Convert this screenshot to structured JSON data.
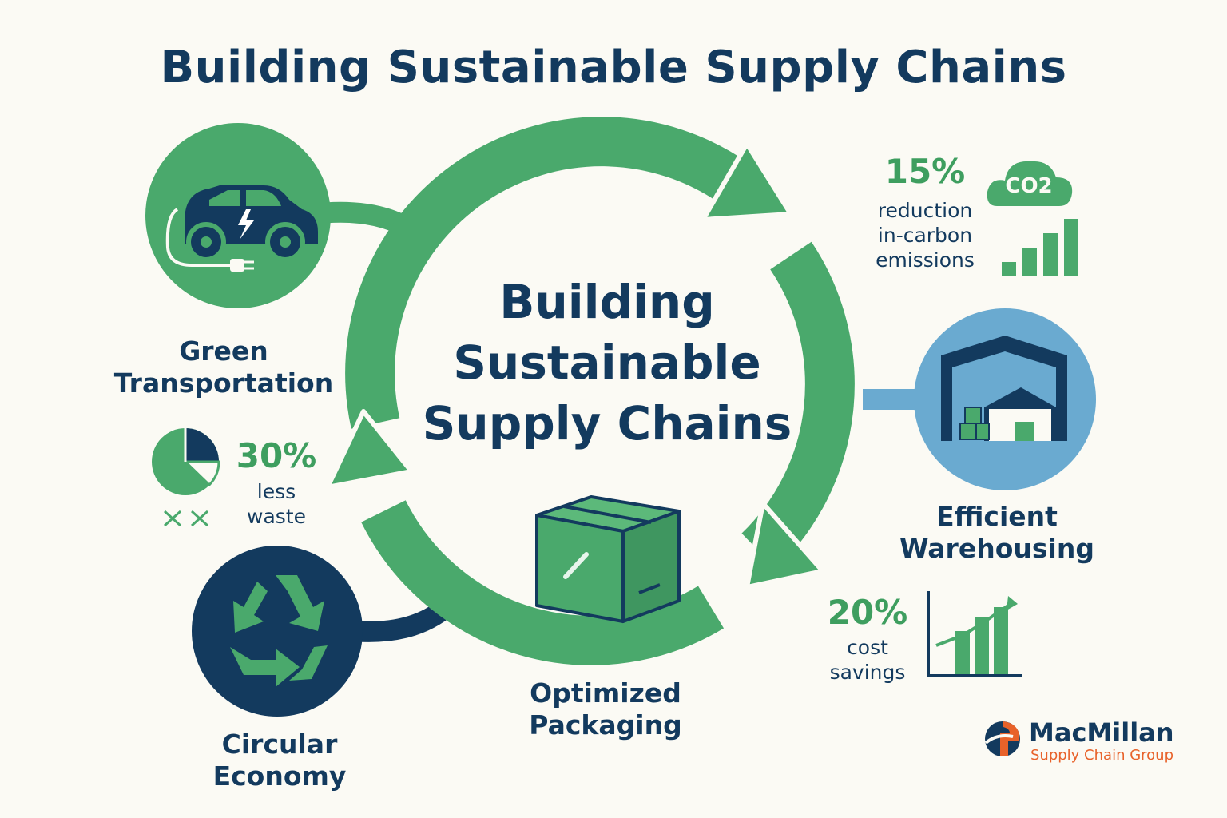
{
  "title": "Building Sustainable Supply Chains",
  "center": {
    "line1": "Building",
    "line2": "Sustainable",
    "line3": "Supply Chains"
  },
  "nodes": {
    "green_transportation": {
      "line1": "Green",
      "line2": "Transportation",
      "icon": "electric-car-icon"
    },
    "efficient_warehousing": {
      "line1": "Efficient",
      "line2": "Warehousing",
      "icon": "warehouse-icon"
    },
    "optimized_packaging": {
      "line1": "Optimized",
      "line2": "Packaging",
      "icon": "box-icon"
    },
    "circular_economy": {
      "line1": "Circular",
      "line2": "Economy",
      "icon": "recycle-icon"
    }
  },
  "stats": {
    "carbon": {
      "value": "15%",
      "line1": "reduction",
      "line2": "in-carbon",
      "line3": "emissions",
      "cloud_label": "CO2"
    },
    "waste": {
      "value": "30%",
      "line1": "less",
      "line2": "waste"
    },
    "cost": {
      "value": "20%",
      "line1": "cost",
      "line2": "savings"
    }
  },
  "logo": {
    "name": "MacMillan",
    "subtitle": "Supply Chain Group"
  },
  "colors": {
    "green": "#4aa96c",
    "navy": "#133a5e",
    "blue": "#6aaad0",
    "orange": "#e8622a",
    "background": "#fbfaf4"
  }
}
